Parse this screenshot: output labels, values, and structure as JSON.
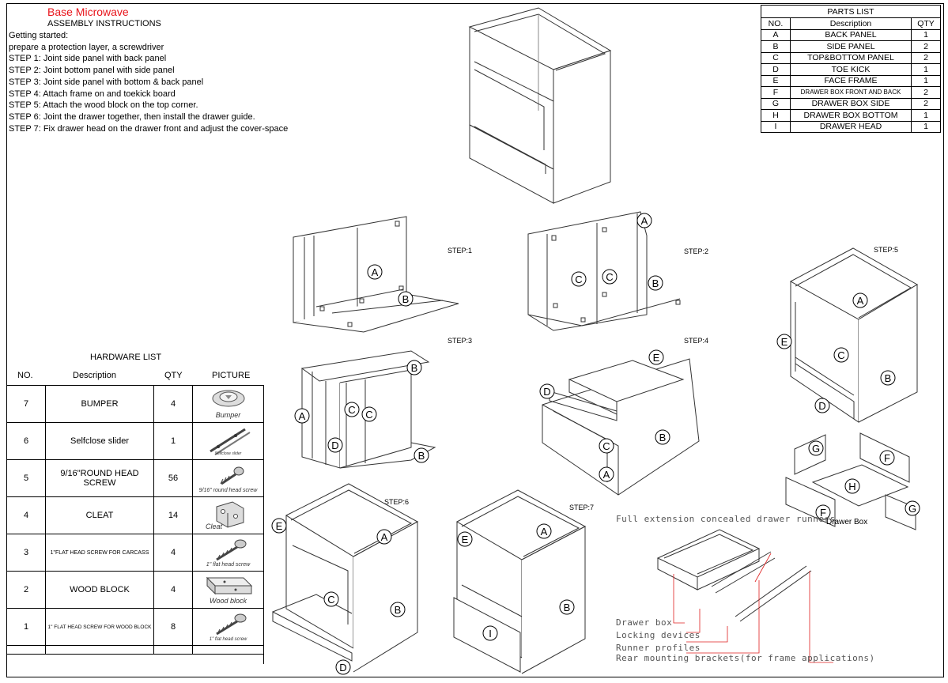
{
  "header": {
    "title": "Base Microwave",
    "subtitle": "ASSEMBLY INSTRUCTIONS"
  },
  "instructions": [
    "Getting started:",
    "prepare a protection layer, a screwdriver",
    "STEP 1:  Joint side panel with back panel",
    "STEP 2:  Joint bottom panel with side panel",
    "STEP 3:  Joint side panel with bottom & back panel",
    "STEP 4:  Attach frame on and toekick board",
    "STEP 5:  Attach the wood block on the top corner.",
    "STEP 6:  Joint the drawer together, then install the drawer guide.",
    "STEP 7:  Fix drawer head on the drawer front and adjust the cover-space"
  ],
  "parts_list": {
    "title": "PARTS LIST",
    "headers": [
      "NO.",
      "Description",
      "QTY"
    ],
    "rows": [
      [
        "A",
        "BACK PANEL",
        "1"
      ],
      [
        "B",
        "SIDE PANEL",
        "2"
      ],
      [
        "C",
        "TOP&BOTTOM PANEL",
        "2"
      ],
      [
        "D",
        "TOE KICK",
        "1"
      ],
      [
        "E",
        "FACE FRAME",
        "1"
      ],
      [
        "F",
        "DRAWER BOX FRONT AND BACK",
        "2"
      ],
      [
        "G",
        "DRAWER BOX SIDE",
        "2"
      ],
      [
        "H",
        "DRAWER BOX BOTTOM",
        "1"
      ],
      [
        "I",
        "DRAWER HEAD",
        "1"
      ]
    ]
  },
  "hardware_list": {
    "title": "HARDWARE LIST",
    "headers": [
      "NO.",
      "Description",
      "QTY",
      "PICTURE"
    ],
    "rows": [
      {
        "no": "7",
        "desc": "BUMPER",
        "qty": "4",
        "pic": "Bumper"
      },
      {
        "no": "6",
        "desc": "Selfclose slider",
        "qty": "1",
        "pic": "Selfclose slider"
      },
      {
        "no": "5",
        "desc": "9/16\"ROUND HEAD SCREW",
        "qty": "56",
        "pic": "9/16\" round head screw"
      },
      {
        "no": "4",
        "desc": "CLEAT",
        "qty": "14",
        "pic": "Cleat"
      },
      {
        "no": "3",
        "desc": "1\"FLAT HEAD SCREW FOR CARCASS",
        "qty": "4",
        "pic": "1\" flat head screw"
      },
      {
        "no": "2",
        "desc": "WOOD BLOCK",
        "qty": "4",
        "pic": "Wood block"
      },
      {
        "no": "1",
        "desc": "1\" FLAT HEAD SCREW FOR WOOD BLOCK",
        "qty": "8",
        "pic": "1\" flat head screw"
      }
    ]
  },
  "steps": {
    "s1": "STEP:1",
    "s2": "STEP:2",
    "s3": "STEP:3",
    "s4": "STEP:4",
    "s5": "STEP:5",
    "s6": "STEP:6",
    "s7": "STEP:7"
  },
  "part_letters": {
    "a": "A",
    "b": "B",
    "c": "C",
    "d": "D",
    "e": "E",
    "f": "F",
    "g": "G",
    "h": "H",
    "i": "I"
  },
  "drawer_box_label": "Drawer Box",
  "runner_notes": {
    "title": "Full extension concealed drawer runners",
    "drawer_box": "Drawer box",
    "locking": "Locking devices",
    "runner": "Runner profiles",
    "rear": "Rear mounting brackets(for frame applications)"
  }
}
